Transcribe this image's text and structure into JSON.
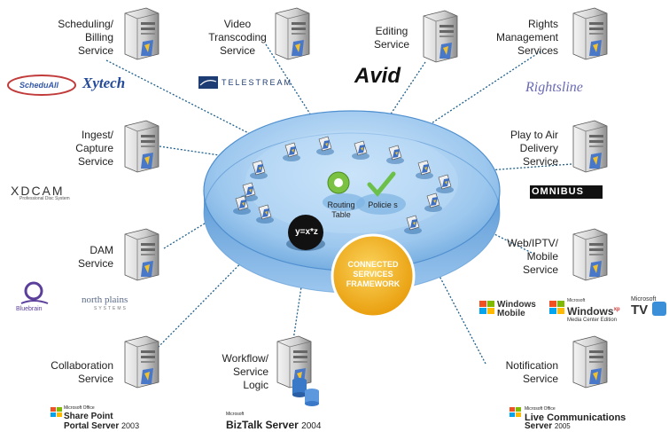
{
  "services": [
    {
      "id": "scheduling",
      "label": "Scheduling/\nBilling\nService"
    },
    {
      "id": "video",
      "label": "Video\nTranscoding\nService"
    },
    {
      "id": "editing",
      "label": "Editing\nService"
    },
    {
      "id": "rights",
      "label": "Rights\nManagement\nServices"
    },
    {
      "id": "ingest",
      "label": "Ingest/\nCapture\nService"
    },
    {
      "id": "playtoair",
      "label": "Play to Air\nDelivery\nService"
    },
    {
      "id": "dam",
      "label": "DAM\nService"
    },
    {
      "id": "web",
      "label": "Web/IPTV/\nMobile\nService"
    },
    {
      "id": "collab",
      "label": "Collaboration\nService"
    },
    {
      "id": "workflow",
      "label": "Workflow/\nService\nLogic"
    },
    {
      "id": "notification",
      "label": "Notification\nService"
    }
  ],
  "hub": {
    "routing_label": "Routing\nTable",
    "policies_label": "Policie s",
    "formula": "y=x*z",
    "badge": "CONNECTED\nSERVICES\nFRAMEWORK"
  },
  "logos": {
    "schedall": "ScheduAll",
    "xytech": "Xytech",
    "telestream": "TELESTREAM",
    "avid": "Avid",
    "rightsline": "Rightsline",
    "xdcam": "XDCAM",
    "xdcam_sub": "Professional Disc System",
    "omnibus": "OMNIBUS",
    "wm_windows": "Windows",
    "wm_mobile": "Mobile",
    "wxp_ms": "Microsoft",
    "wxp_windows": "Windows",
    "wxp_xp": "xp",
    "wxp_sub": "Media Center Edition",
    "mstv_ms": "Microsoft",
    "mstv_tv": "TV",
    "blue_order": "Bluebrain",
    "north_plains": "north plains",
    "north_plains_sub": "SYSTEMS",
    "sp_office": "Microsoft Office",
    "sp_name1": "Share Point",
    "sp_name2": "Portal Server",
    "sp_year": "2003",
    "biztalk_ms": "Microsoft",
    "biztalk_name": "BizTalk Server",
    "biztalk_year": "2004",
    "lcs_office": "Microsoft Office",
    "lcs_name1": "Live Communications",
    "lcs_name2": "Server",
    "lcs_year": "2005"
  },
  "colors": {
    "disc": "#8fbde8",
    "disc_edge": "#4f8fcf",
    "badge": "#f5b51b",
    "line": "#1f5f8b"
  }
}
